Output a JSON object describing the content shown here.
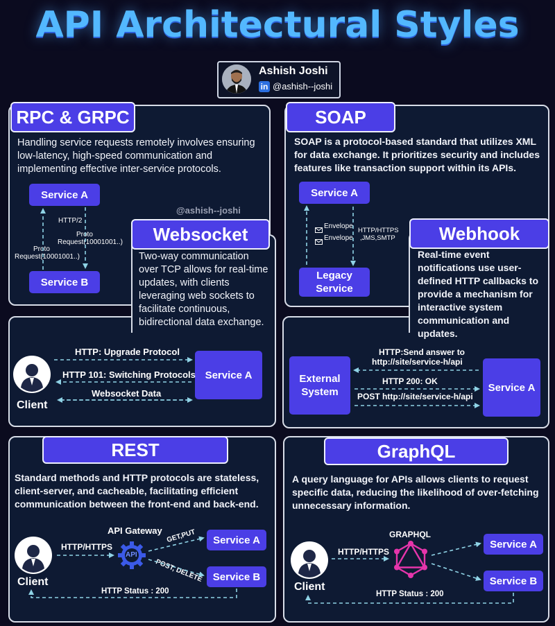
{
  "title": "API Architectural Styles",
  "author": {
    "name": "Ashish Joshi",
    "linkedin_badge": "in",
    "handle": "@ashish--joshi"
  },
  "watermark": "@ashish--joshi",
  "rpc": {
    "title": "RPC & GRPC",
    "description": "Handling service requests remotely involves ensuring low-latency, high-speed communication and implementing effective inter-service protocols.",
    "service_a": "Service A",
    "service_b": "Service B",
    "http2": "HTTP/2",
    "proto_right_1": "Proto",
    "proto_right_2": "Request(10001001..)",
    "proto_left_1": "Proto",
    "proto_left_2": "Request(10001001..)"
  },
  "soap": {
    "title": "SOAP",
    "description": "SOAP is a protocol-based standard that utilizes XML for data exchange. It prioritizes security and includes features like transaction support within its APIs.",
    "service_a": "Service A",
    "legacy_1": "Legacy",
    "legacy_2": "Service",
    "envelope_1": "Envelope",
    "envelope_2": "Envelope",
    "protocols_1": "HTTP/HTTPS",
    "protocols_2": ",JMS,SMTP"
  },
  "websocket": {
    "title": "Websocket",
    "description": "Two-way communication over TCP allows for real-time updates, with clients leveraging web sockets to facilitate continuous, bidirectional data exchange.",
    "client": "Client",
    "service_a": "Service A",
    "arrow_1": "HTTP: Upgrade Protocol",
    "arrow_2": "HTTP 101: Switching Protocols",
    "arrow_3": "Websocket Data"
  },
  "webhook": {
    "title": "Webhook",
    "description": "Real-time event notifications use user-defined HTTP callbacks to provide a mechanism for interactive system communication and updates.",
    "external_1": "External",
    "external_2": "System",
    "service_a": "Service A",
    "arrow_1a": "HTTP:Send answer to",
    "arrow_1b": "http://site/service-h/api",
    "arrow_2": "HTTP 200: OK",
    "arrow_3": "POST http://site/service-h/api"
  },
  "rest": {
    "title": "REST",
    "description": "Standard methods and HTTP protocols are stateless, client-server, and cacheable, facilitating efficient communication between the front-end and back-end.",
    "client": "Client",
    "gateway_label": "API Gateway",
    "gateway_icon": "API",
    "http": "HTTP/HTTPS",
    "get_put": "GET,PUT",
    "post_delete": "POST, DELETE",
    "service_a": "Service A",
    "service_b": "Service B",
    "status": "HTTP Status : 200"
  },
  "graphql": {
    "title": "GraphQL",
    "description": "A query language for APIs allows clients to request specific data, reducing the likelihood of over-fetching unnecessary information.",
    "client": "Client",
    "logo_label": "GRAPHQL",
    "http": "HTTP/HTTPS",
    "service_a": "Service A",
    "service_b": "Service B",
    "status": "HTTP Status : 200"
  },
  "colors": {
    "background": "#0b0b1f",
    "panel": "#0e1a33",
    "accent": "#4b3ee6",
    "arrow": "#8fd3e6",
    "title": "#53b8ff",
    "graphql": "#e535ab"
  }
}
